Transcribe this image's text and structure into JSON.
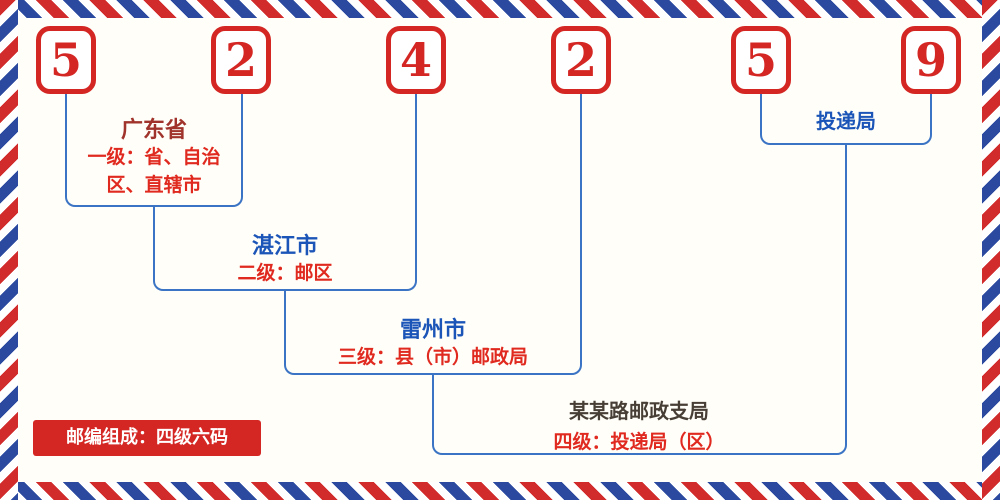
{
  "postal_code": {
    "digits": [
      "5",
      "2",
      "4",
      "2",
      "5",
      "9"
    ]
  },
  "levels": [
    {
      "name": "广东省",
      "desc": "一级：省、自治区、直辖市"
    },
    {
      "name": "湛江市",
      "desc": "二级：邮区"
    },
    {
      "name": "雷州市",
      "desc": "三级：县（市）邮政局"
    },
    {
      "name": "某某路邮政支局",
      "desc": "四级：投递局（区）"
    }
  ],
  "delivery_office_label": "投递局",
  "footer_note": "邮编组成：四级六码",
  "colors": {
    "digit_red": "#d42724",
    "desc_red": "#e02a20",
    "city_blue": "#1c55b8",
    "province_red": "#a0342c",
    "branch_dark": "#473f36",
    "line_blue": "#3b74c4",
    "border_red": "#d22b2b",
    "border_blue": "#2b4a9f",
    "footer_bg": "#d42724",
    "background": "#fffef8"
  }
}
